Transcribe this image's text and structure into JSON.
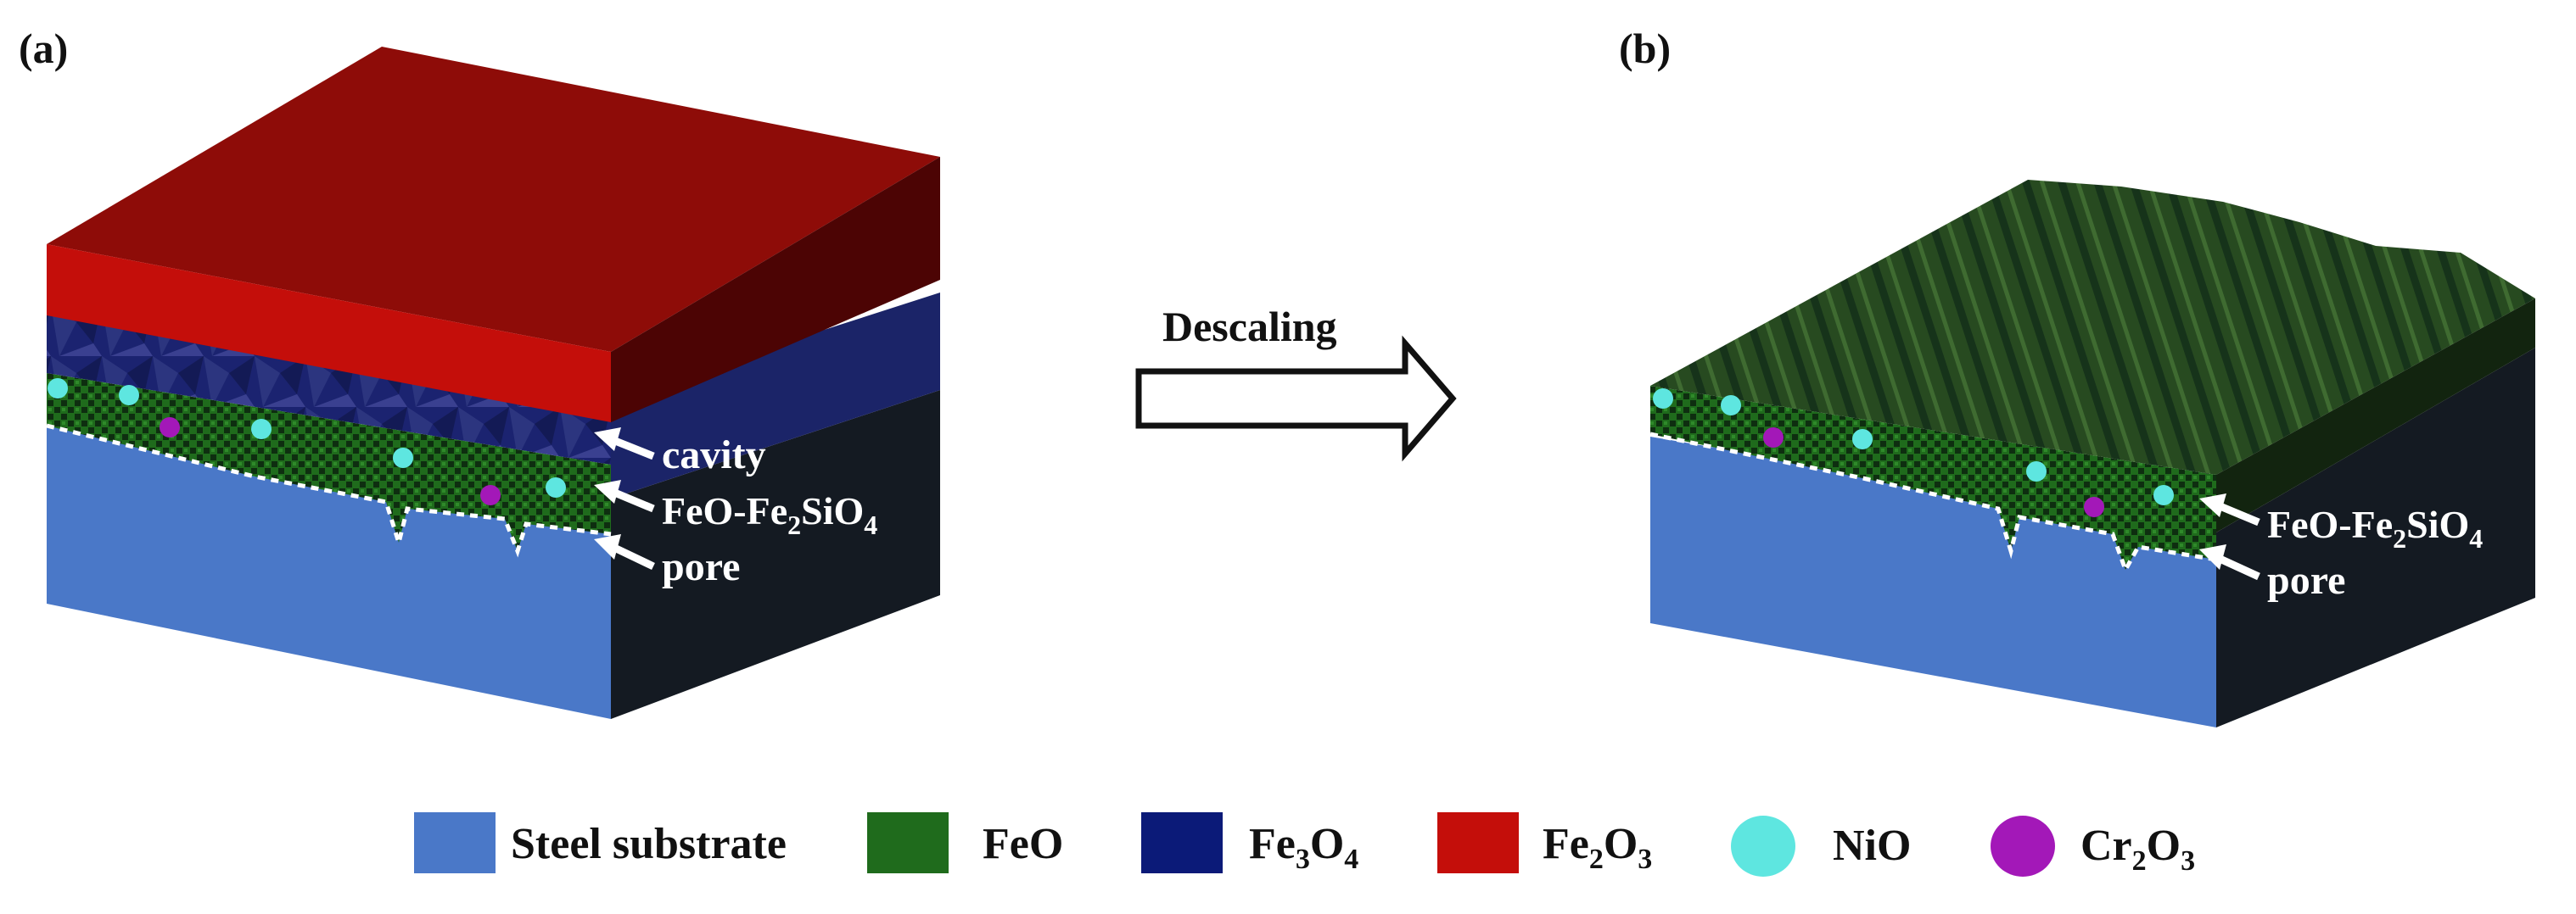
{
  "figure": {
    "panel_a_label": "(a)",
    "panel_b_label": "(b)",
    "transition": "Descaling"
  },
  "panel_a": {
    "callouts": {
      "cavity": "cavity",
      "feo_fe2sio4": {
        "base": "FeO-Fe",
        "sub1": "2",
        "mid": "SiO",
        "sub2": "4"
      },
      "pore": "pore"
    }
  },
  "panel_b": {
    "callouts": {
      "feo_fe2sio4": {
        "base": "FeO-Fe",
        "sub1": "2",
        "mid": "SiO",
        "sub2": "4"
      },
      "pore": "pore"
    }
  },
  "legend": {
    "steel": {
      "label": "Steel substrate",
      "color": "#4a78c8"
    },
    "feo": {
      "label": "FeO",
      "color": "#1f6b1c"
    },
    "fe3o4": {
      "label": {
        "a": "Fe",
        "s1": "3",
        "b": "O",
        "s2": "4"
      },
      "color": "#0b1a78"
    },
    "fe2o3": {
      "label": {
        "a": "Fe",
        "s1": "2",
        "b": "O",
        "s2": "3"
      },
      "color": "#c40e0a"
    },
    "nio": {
      "label": "NiO",
      "color": "#5ee6e0"
    },
    "cr2o3": {
      "label": {
        "a": "Cr",
        "s1": "2",
        "b": "O",
        "s2": "3"
      },
      "color": "#a318b8"
    }
  },
  "colors": {
    "steel_side": "#141a22",
    "fe2o3_side": "#4c0404",
    "fe2o3_top": "#8e0c08",
    "feo_top": "#2d4f24"
  }
}
